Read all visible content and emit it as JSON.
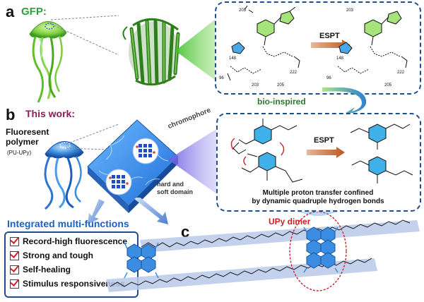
{
  "panels": {
    "a": {
      "letter": "a",
      "gfp_label": "GFP",
      "gfp_colon": ":",
      "process_label": "ESPT",
      "residue_labels": [
        "203",
        "148",
        "96",
        "222",
        "205",
        "203",
        "148",
        "96",
        "222",
        "205",
        "203"
      ]
    },
    "b": {
      "letter": "b",
      "this_work": "This work",
      "this_work_colon": ":",
      "polymer_name": "Fluoresent\npolymer",
      "polymer_abbr": "(PU-UPy)",
      "chromophore_label": "chromophore",
      "domain_label": "hard and\nsoft domain",
      "bio_inspired": "bio-inspired",
      "process_label": "ESPT",
      "caption": "Multiple proton transfer confined\nby dynamic quadruple hydrogen bonds"
    },
    "c": {
      "letter": "c",
      "dimer_label": "UPy dimer"
    }
  },
  "features": {
    "title": "Integrated multi-functions",
    "items": [
      "Record-high fluorescence",
      "Strong and tough",
      "Self-healing",
      "Stimulus responsiveness"
    ]
  },
  "colors": {
    "gfp_title": "#28a33a",
    "this_work": "#8e1a5c",
    "features_title": "#1f5fbf",
    "dashed_box": "#1f4e8c",
    "espt_arrow": "#b8561c",
    "upy_dimer": "#d0202a",
    "chain_band": "#b9c9ea",
    "upy_blue": "#3a8de0",
    "check_mark": "#d0202a"
  },
  "icons": [
    "jellyfish-green-icon",
    "gfp-barrel-icon",
    "jellyfish-blue-icon",
    "film-icon",
    "curved-arrow-icon",
    "check-icon"
  ]
}
